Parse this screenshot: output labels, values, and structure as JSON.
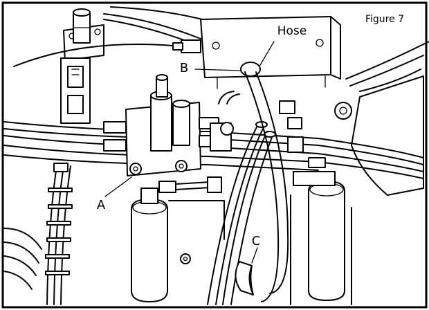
{
  "figure": {
    "title": "Figure 7",
    "labels": {
      "hose": "Hose",
      "a": "A",
      "b": "B",
      "c": "C"
    }
  }
}
